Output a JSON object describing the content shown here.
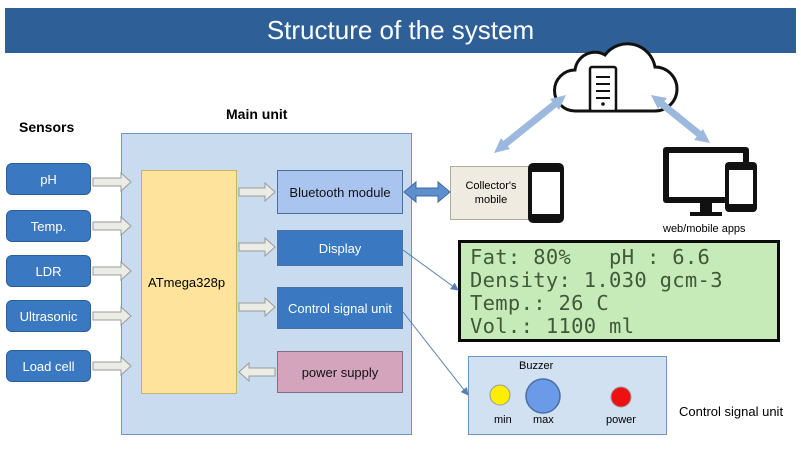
{
  "title": "Structure of the system",
  "sensors": {
    "heading": "Sensors",
    "items": [
      "pH",
      "Temp.",
      "LDR",
      "Ultrasonic",
      "Load cell"
    ]
  },
  "main_unit": {
    "heading": "Main unit",
    "mcu": "ATmega328p",
    "bluetooth": "Bluetooth module",
    "display": "Display",
    "control": "Control signal unit",
    "power": "power supply"
  },
  "collector": "Collector's mobile",
  "web_apps": "web/mobile apps",
  "lcd_lines": [
    "Fat: 80%   pH : 6.6",
    "Density: 1.030 gcm-3",
    "Temp.: 26 C",
    "Vol.: 1100 ml"
  ],
  "control_panel": {
    "buzzer": "Buzzer",
    "min": "min",
    "max": "max",
    "power": "power",
    "caption": "Control signal unit",
    "colors": {
      "min": "#ffee00",
      "max": "#6b9ae8",
      "power": "#ee1111"
    }
  }
}
